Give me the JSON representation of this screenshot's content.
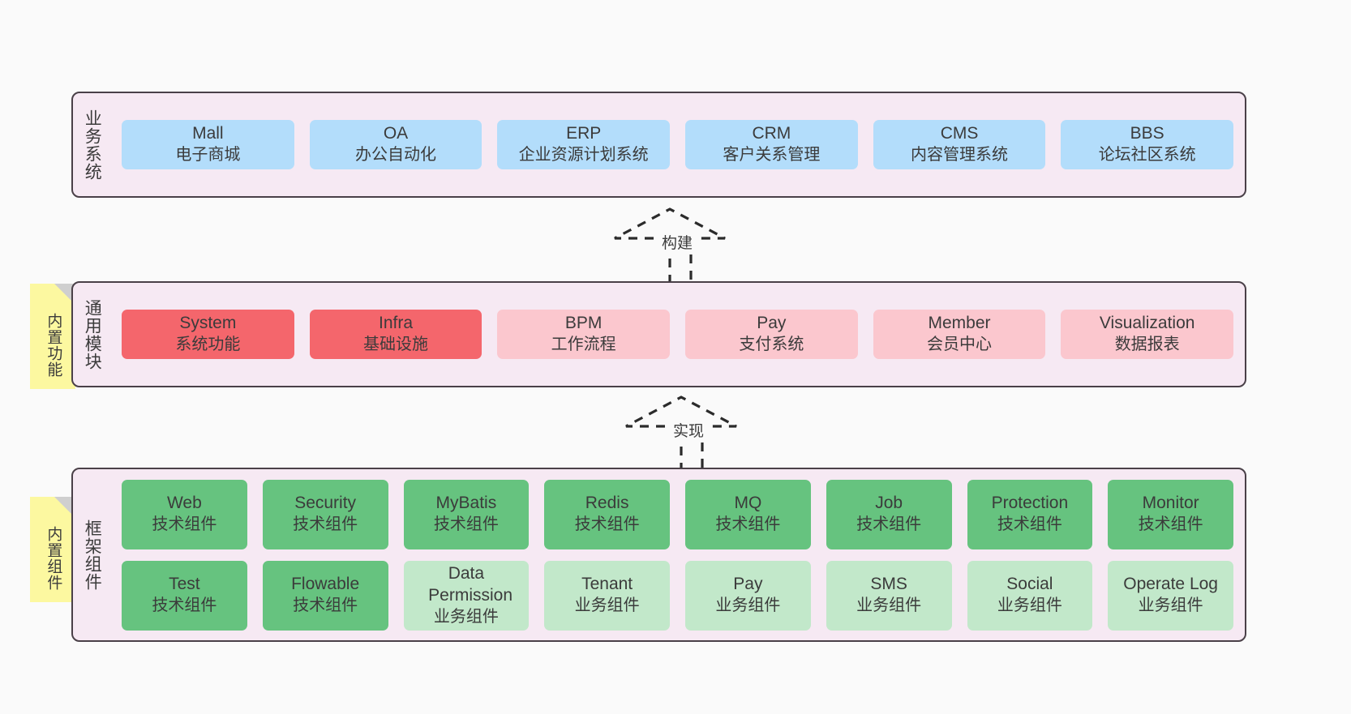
{
  "layers": [
    {
      "id": "business-systems",
      "title": "业务系统",
      "rows": [
        {
          "style": "blue",
          "cards": [
            {
              "name": "Mall",
              "desc": "电子商城"
            },
            {
              "name": "OA",
              "desc": "办公自动化"
            },
            {
              "name": "ERP",
              "desc": "企业资源计划系统"
            },
            {
              "name": "CRM",
              "desc": "客户关系管理"
            },
            {
              "name": "CMS",
              "desc": "内容管理系统"
            },
            {
              "name": "BBS",
              "desc": "论坛社区系统"
            }
          ]
        }
      ]
    },
    {
      "id": "common-modules",
      "title": "通用模块",
      "note": "内置功能",
      "rows": [
        {
          "style": "mixed",
          "cards": [
            {
              "name": "System",
              "desc": "系统功能",
              "style": "red"
            },
            {
              "name": "Infra",
              "desc": "基础设施",
              "style": "red"
            },
            {
              "name": "BPM",
              "desc": "工作流程",
              "style": "pink"
            },
            {
              "name": "Pay",
              "desc": "支付系统",
              "style": "pink"
            },
            {
              "name": "Member",
              "desc": "会员中心",
              "style": "pink"
            },
            {
              "name": "Visualization",
              "desc": "数据报表",
              "style": "pink"
            }
          ]
        }
      ]
    },
    {
      "id": "framework-components",
      "title": "框架组件",
      "note": "内置组件",
      "rows": [
        {
          "style": "green",
          "cards": [
            {
              "name": "Web",
              "desc": "技术组件"
            },
            {
              "name": "Security",
              "desc": "技术组件"
            },
            {
              "name": "MyBatis",
              "desc": "技术组件"
            },
            {
              "name": "Redis",
              "desc": "技术组件"
            },
            {
              "name": "MQ",
              "desc": "技术组件"
            },
            {
              "name": "Job",
              "desc": "技术组件"
            },
            {
              "name": "Protection",
              "desc": "技术组件"
            },
            {
              "name": "Monitor",
              "desc": "技术组件"
            }
          ]
        },
        {
          "style": "mixed",
          "cards": [
            {
              "name": "Test",
              "desc": "技术组件",
              "style": "green"
            },
            {
              "name": "Flowable",
              "desc": "技术组件",
              "style": "green"
            },
            {
              "name": "Data Permission",
              "desc": "业务组件",
              "style": "lightgreen"
            },
            {
              "name": "Tenant",
              "desc": "业务组件",
              "style": "lightgreen"
            },
            {
              "name": "Pay",
              "desc": "业务组件",
              "style": "lightgreen"
            },
            {
              "name": "SMS",
              "desc": "业务组件",
              "style": "lightgreen"
            },
            {
              "name": "Social",
              "desc": "业务组件",
              "style": "lightgreen"
            },
            {
              "name": "Operate Log",
              "desc": "业务组件",
              "style": "lightgreen"
            }
          ]
        }
      ]
    }
  ],
  "connectors": [
    {
      "id": "build",
      "label": "构建"
    },
    {
      "id": "implement",
      "label": "实现"
    }
  ],
  "colors": {
    "panel_bg": "#f6e9f3",
    "panel_border": "#4a4048",
    "blue": "#b3ddfb",
    "red": "#f4666c",
    "pink": "#fbc7ce",
    "green": "#66c37f",
    "light_green": "#c2e8ca",
    "note": "#fcf8a0",
    "canvas_bg": "#fafafa"
  }
}
